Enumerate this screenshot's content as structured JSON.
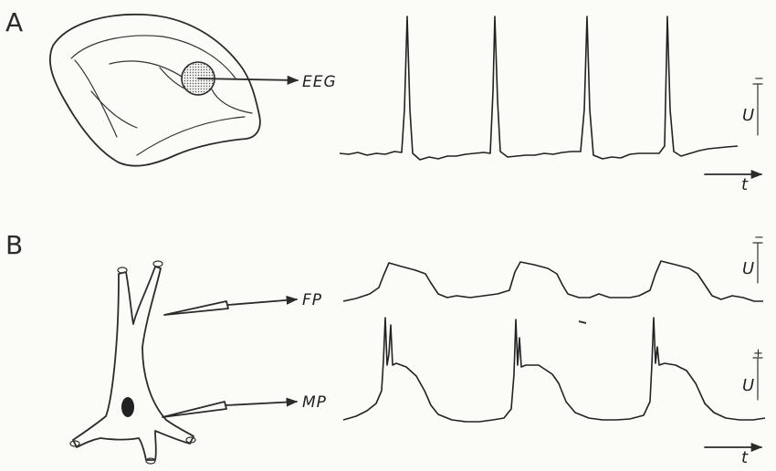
{
  "panels": {
    "a": {
      "letter": "A",
      "probe_label": "EEG",
      "y_label": "U",
      "y_sign": "−",
      "x_label": "t"
    },
    "b": {
      "letter": "B",
      "probe_top_label": "FP",
      "probe_bottom_label": "MP",
      "fp_y_label": "U",
      "fp_y_sign": "−",
      "mp_y_label": "U",
      "mp_y_sign": "+",
      "x_label": "t"
    }
  }
}
